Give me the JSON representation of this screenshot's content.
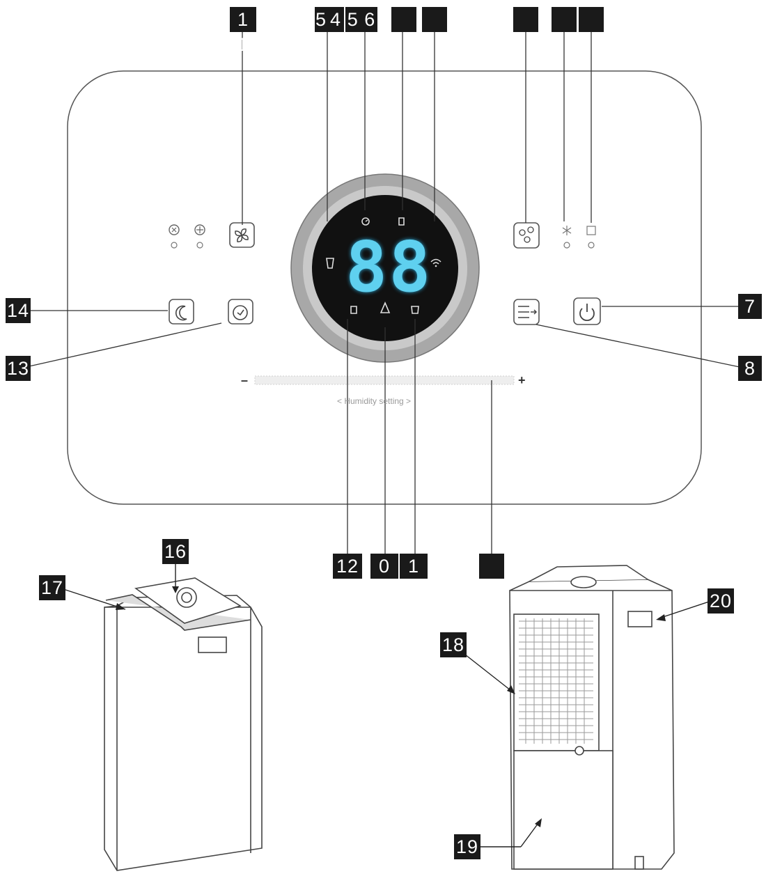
{
  "display": {
    "digits": "88"
  },
  "humidity": {
    "caption": "< Humidity setting >",
    "minus": "–",
    "plus": "+"
  },
  "callouts": {
    "c11": "1 1",
    "c5": "5",
    "c4": "4",
    "c6": "5 6",
    "c12": "12",
    "c01": "0 1",
    "c19": "1 9",
    "c14": "14",
    "c13": "13",
    "c7": "7",
    "c8": "8",
    "c16": "16",
    "c17": "17",
    "c18": "18",
    "c19b": "19",
    "c20": "20"
  },
  "colors": {
    "label_bg": "#1a1a1a",
    "digit": "#5fd0ef",
    "ring": "#9a9a9a",
    "screen": "#111111"
  }
}
